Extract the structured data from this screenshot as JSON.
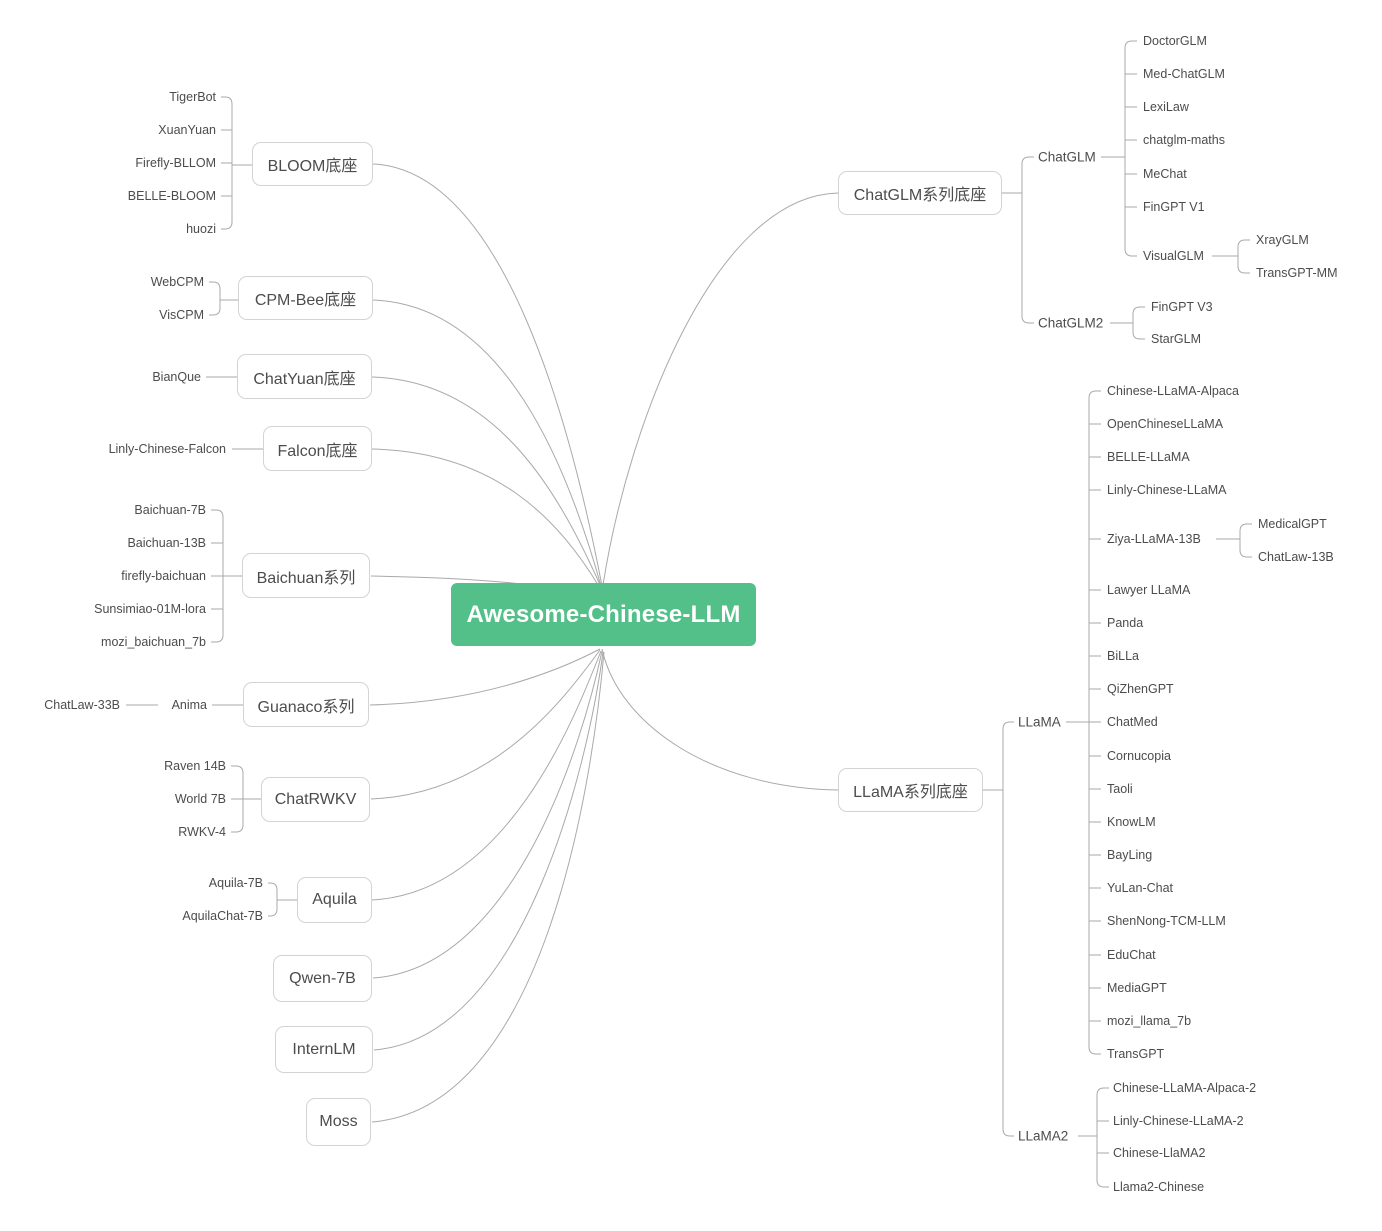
{
  "root": {
    "label": "Awesome-Chinese-LLM"
  },
  "colors": {
    "root_bg": "#53c08a",
    "root_text": "#ffffff",
    "box_border": "#d3d3d3",
    "box_bg": "#ffffff",
    "text": "#4c4c4c",
    "line": "#a9a9a9"
  },
  "left": [
    {
      "label": "BLOOM底座",
      "children": [
        "TigerBot",
        "XuanYuan",
        "Firefly-BLLOM",
        "BELLE-BLOOM",
        "huozi"
      ]
    },
    {
      "label": "CPM-Bee底座",
      "children": [
        "WebCPM",
        "VisCPM"
      ]
    },
    {
      "label": "ChatYuan底座",
      "children": [
        "BianQue"
      ]
    },
    {
      "label": "Falcon底座",
      "children": [
        "Linly-Chinese-Falcon"
      ]
    },
    {
      "label": "Baichuan系列",
      "children": [
        "Baichuan-7B",
        "Baichuan-13B",
        "firefly-baichuan",
        "Sunsimiao-01M-lora",
        "mozi_baichuan_7b"
      ]
    },
    {
      "label": "Guanaco系列",
      "children": [
        "Anima"
      ],
      "anima_children": [
        "ChatLaw-33B"
      ]
    },
    {
      "label": "ChatRWKV",
      "children": [
        "Raven 14B",
        "World 7B",
        "RWKV-4"
      ]
    },
    {
      "label": "Aquila",
      "children": [
        "Aquila-7B",
        "AquilaChat-7B"
      ]
    },
    {
      "label": "Qwen-7B",
      "children": []
    },
    {
      "label": "InternLM",
      "children": []
    },
    {
      "label": "Moss",
      "children": []
    }
  ],
  "right": [
    {
      "label": "ChatGLM系列底座",
      "subgroups": [
        {
          "label": "ChatGLM",
          "children": [
            "DoctorGLM",
            "Med-ChatGLM",
            "LexiLaw",
            "chatglm-maths",
            "MeChat",
            "FinGPT V1",
            "VisualGLM"
          ],
          "visualglm_children": [
            "XrayGLM",
            "TransGPT-MM"
          ]
        },
        {
          "label": "ChatGLM2",
          "children": [
            "FinGPT V3",
            "StarGLM"
          ]
        }
      ]
    },
    {
      "label": "LLaMA系列底座",
      "subgroups": [
        {
          "label": "LLaMA",
          "children": [
            "Chinese-LLaMA-Alpaca",
            "OpenChineseLLaMA",
            "BELLE-LLaMA",
            "Linly-Chinese-LLaMA",
            "Ziya-LLaMA-13B",
            "Lawyer LLaMA",
            "Panda",
            "BiLLa",
            "QiZhenGPT",
            "ChatMed",
            "Cornucopia",
            "Taoli",
            "KnowLM",
            "BayLing",
            "YuLan-Chat",
            "ShenNong-TCM-LLM",
            "EduChat",
            "MediaGPT",
            "mozi_llama_7b",
            "TransGPT"
          ],
          "ziya_children": [
            "MedicalGPT",
            "ChatLaw-13B"
          ]
        },
        {
          "label": "LLaMA2",
          "children": [
            "Chinese-LLaMA-Alpaca-2",
            "Linly-Chinese-LLaMA-2",
            "Chinese-LlaMA2",
            "Llama2-Chinese"
          ]
        }
      ]
    }
  ]
}
